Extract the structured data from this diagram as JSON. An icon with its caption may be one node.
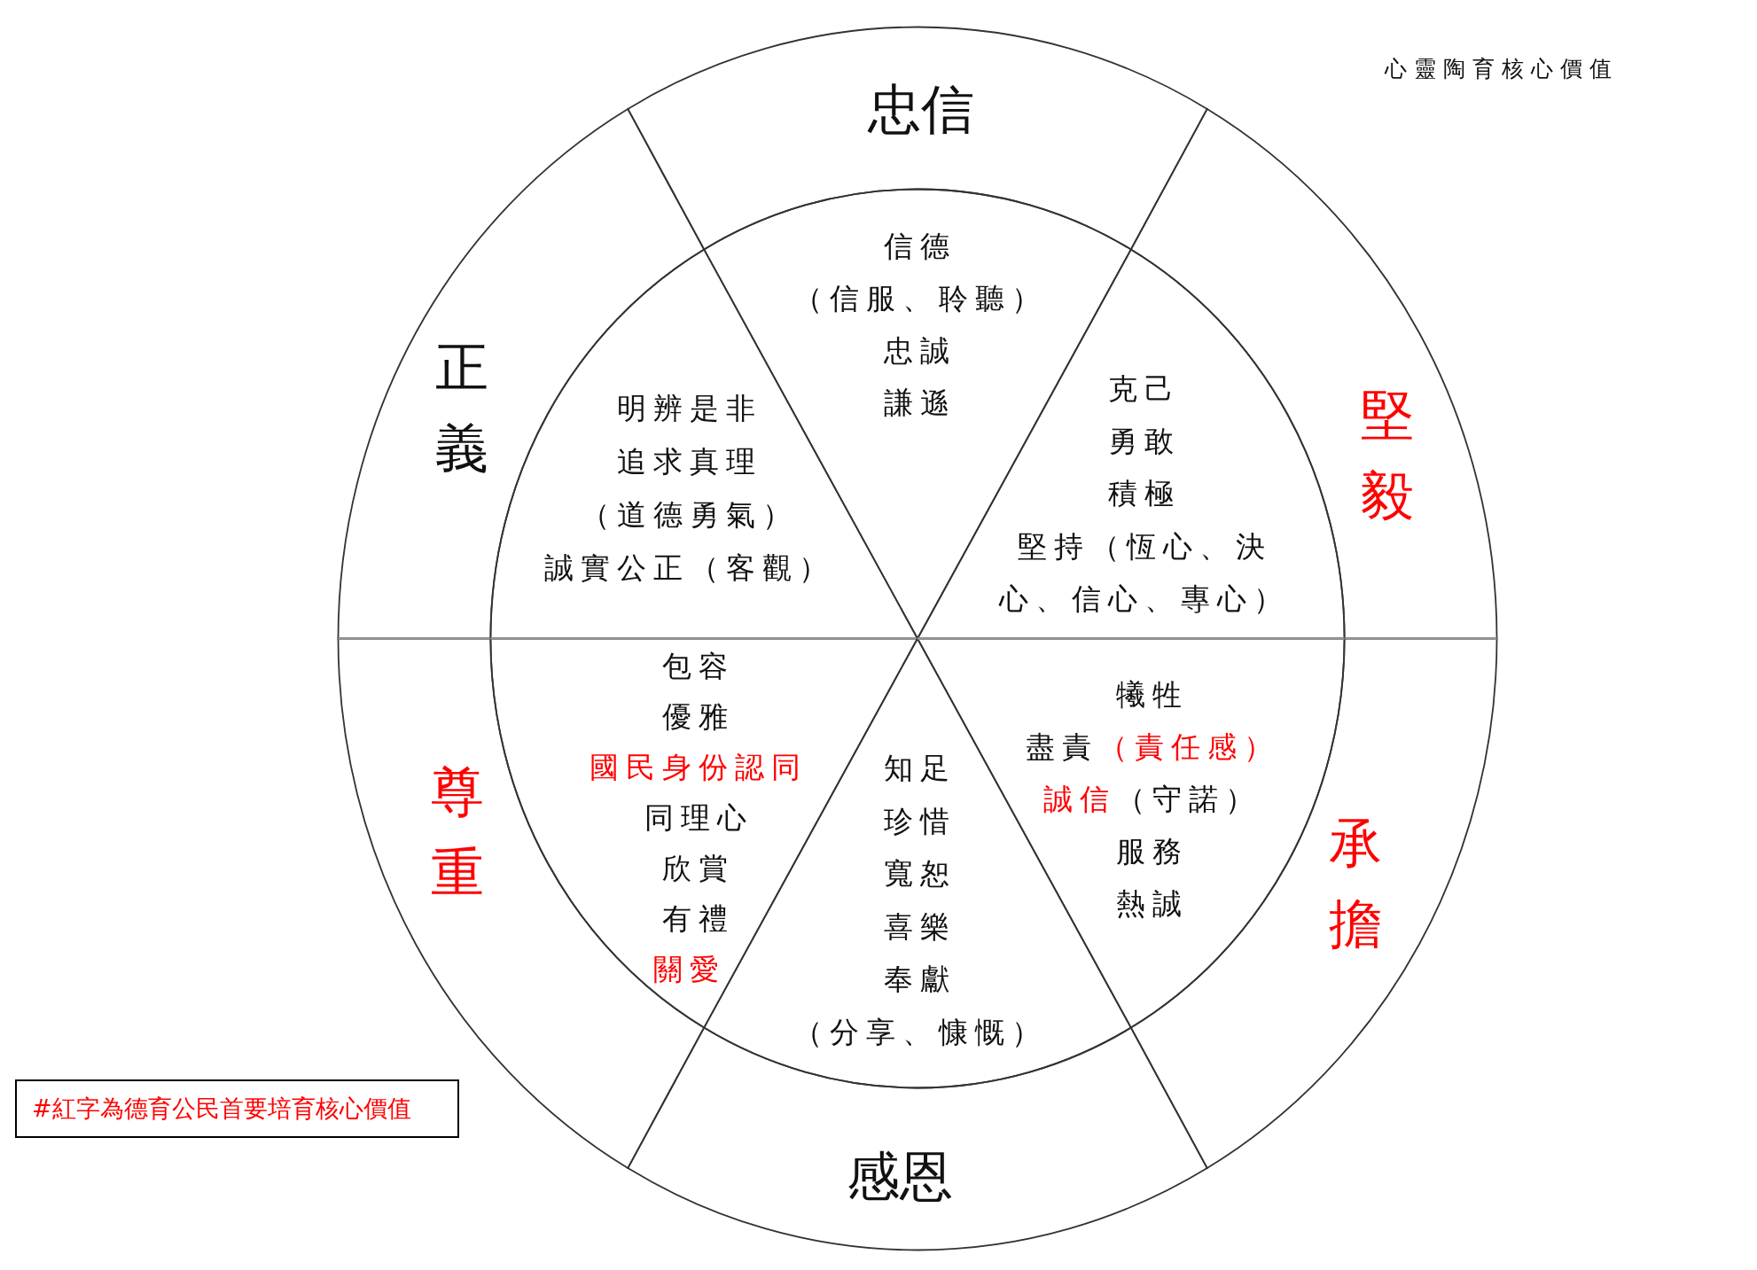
{
  "diagram": {
    "title": "心靈陶育核心價值",
    "nodes": [
      {
        "text": [
          "忠信"
        ]
      },
      {
        "text": [
          "正義"
        ]
      },
      {
        "text": [
          "堅毅"
        ]
      },
      {
        "text": [
          "信德",
          "（信服、聆聽）",
          "忠誠",
          "謙遜"
        ]
      },
      {
        "text": [
          "明辨是非",
          "追求真理",
          "（道德勇氣）",
          "誠實公正（客觀）"
        ]
      },
      {
        "text": [
          "克己",
          "勇敢",
          "積極",
          "堅持（恆心、決心、信心、專心）"
        ]
      },
      {
        "text": [
          "尊重"
        ]
      },
      {
        "text": [
          "承擔"
        ]
      },
      {
        "text": [
          "包容",
          "優雅",
          "國民身份認同",
          "同理心",
          "欣賞",
          "有禮",
          "關愛"
        ]
      },
      {
        "text": [
          "知足",
          "珍惜",
          "寬恕",
          "喜樂",
          "奉獻",
          "（分享、慷慨）"
        ]
      },
      {
        "text": [
          "犧牲",
          "盡責",
          "（責任感）",
          "誠信",
          "（守諾）",
          "服務",
          "熱誠"
        ]
      },
      {
        "text": [
          "感恩"
        ]
      },
      {
        "text": [
          "#紅字為德育公民首要培育核心價值"
        ]
      }
    ]
  }
}
